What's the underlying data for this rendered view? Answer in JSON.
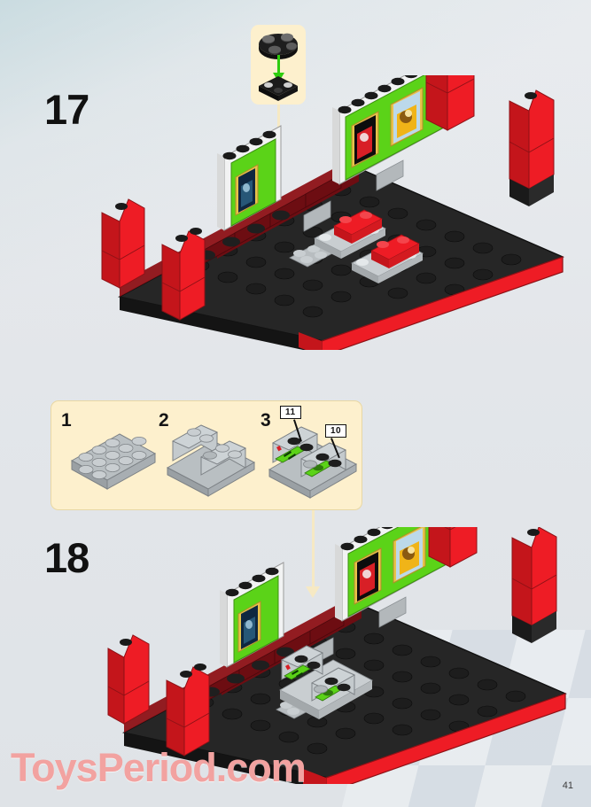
{
  "page": {
    "number": "41",
    "watermark": "ToysPeriod.com",
    "background_color": "#e3e6ea",
    "accent_panel_color": "#fdf0cd"
  },
  "steps": [
    {
      "number": "17",
      "callout": {
        "type": "inset-detail",
        "parts": [
          "black-round-plate-2x2",
          "black-plate-2x2"
        ],
        "arrow_color": "#3fdc2a"
      }
    },
    {
      "number": "18",
      "callout": {
        "type": "sub-assembly-insert",
        "arrow_color": "#f6e9c4"
      }
    }
  ],
  "sub_assembly": {
    "background_color": "#fdf0cd",
    "items": [
      {
        "index": "1",
        "description": "light-gray-plate-2x6"
      },
      {
        "index": "2",
        "description": "light-gray-slope-assembly"
      },
      {
        "index": "3",
        "description": "printed-console-slopes"
      }
    ],
    "part_labels": [
      {
        "label": "11",
        "target": "left-printed-slope"
      },
      {
        "label": "10",
        "target": "right-printed-slope"
      }
    ]
  },
  "model": {
    "name": "race-pit-display-stand",
    "colors": {
      "red": "#ee1c25",
      "red_dark": "#b5161d",
      "red_darker": "#8d1116",
      "black": "#1c1c1c",
      "black_light": "#2e2e2e",
      "dark_gray": "#3a3a3a",
      "light_gray": "#bcc1c4",
      "light_gray_dark": "#9aa0a4",
      "white": "#f2f3f3",
      "screen_green": "#5bd318",
      "screen_green_dark": "#49ab12",
      "gold_frame": "#e8c24a"
    },
    "billboards": [
      {
        "id": "left-billboard",
        "screen_color": "#5bd318",
        "portrait": "blue-character-poster"
      },
      {
        "id": "mid-billboard",
        "screen_color": "#5bd318",
        "portrait": "red-driver-poster"
      },
      {
        "id": "right-billboard",
        "screen_color": "#5bd318",
        "portrait": "yellow-character-poster"
      }
    ],
    "step17_added_parts": [
      "red-plate-2x2-on-gray-plate",
      "red-plate-2x2-on-gray-plate"
    ],
    "step18_added_parts": [
      "console-sub-assembly"
    ]
  }
}
